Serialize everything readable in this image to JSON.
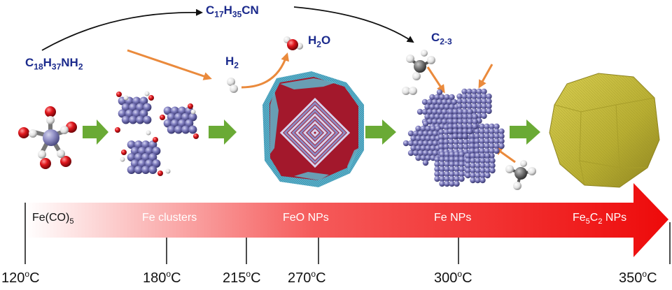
{
  "colors": {
    "reagent_text": "#1b2a8c",
    "process_arrow": "#6aaa35",
    "side_arrow": "#ea8a3c",
    "bar_start": "#ffffff",
    "bar_end": "#ee1111",
    "iron_atom": "#7a78b8",
    "feo_red": "#a3182c",
    "feo_cyan": "#4ea8c4",
    "fe5c2_olive": "#bfb43a"
  },
  "reagents": {
    "oleylamine": {
      "main": "C",
      "s1": "18",
      "mid": "H",
      "s2": "37",
      "tail": "NH",
      "s3": "2"
    },
    "nitrile": {
      "main": "C",
      "s1": "17",
      "mid": "H",
      "s2": "35",
      "tail": "CN"
    },
    "hydrogen": {
      "main": "H",
      "s1": "2"
    },
    "water": {
      "main": "H",
      "s1": "2",
      "tail": "O"
    },
    "fragments": {
      "main": "C",
      "s1": "2-3"
    }
  },
  "stages": [
    {
      "name": "Fe(CO)",
      "sub": "5"
    },
    {
      "name": "Fe clusters"
    },
    {
      "name": "FeO NPs"
    },
    {
      "name": "Fe NPs"
    },
    {
      "pre": "Fe",
      "sub1": "5",
      "mid": "C",
      "sub2": "2",
      "post": " NPs"
    }
  ],
  "temperatures": [
    {
      "value": "120",
      "unit": "C"
    },
    {
      "value": "180",
      "unit": "C"
    },
    {
      "value": "215",
      "unit": "C"
    },
    {
      "value": "270",
      "unit": "C"
    },
    {
      "value": "300",
      "unit": "C"
    },
    {
      "value": "350",
      "unit": "C"
    }
  ],
  "degree_mark": "o"
}
